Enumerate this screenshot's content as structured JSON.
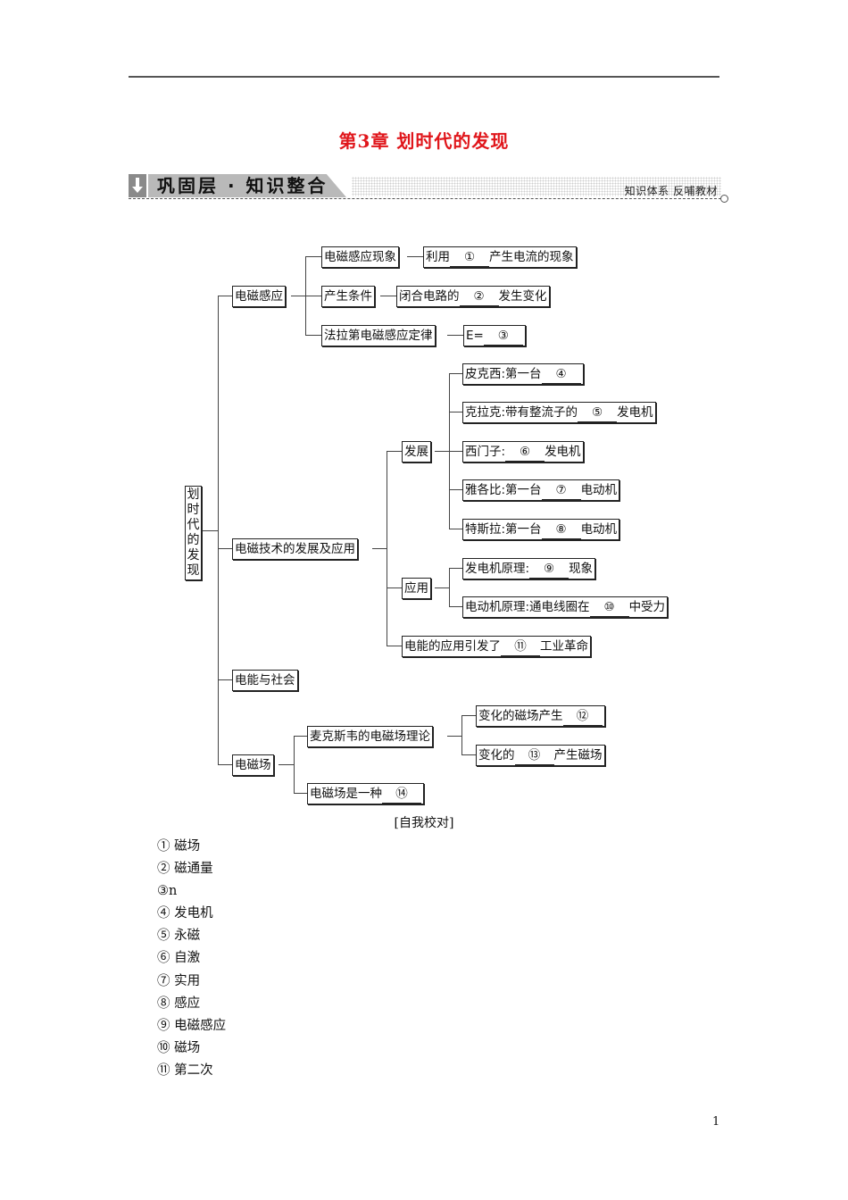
{
  "page": {
    "title": "第3章  划时代的发现",
    "band_label": "巩固层 · 知识整合",
    "band_right": "知识体系  反哺教材",
    "page_number": "1",
    "title_color": "#e0161b"
  },
  "diagram": {
    "root": "划时代的发现",
    "branches": {
      "em_induction": {
        "label": "电磁感应",
        "phenomenon": {
          "label": "电磁感应现象",
          "pre": "利用",
          "blank": "①",
          "post": "产生电流的现象"
        },
        "condition": {
          "label": "产生条件",
          "pre": "闭合电路的",
          "blank": "②",
          "post": "发生变化"
        },
        "faraday": {
          "label": "法拉第电磁感应定律",
          "pre": "E=",
          "blank": "③",
          "post": ""
        }
      },
      "em_tech": {
        "label": "电磁技术的发展及应用",
        "development": {
          "label": "发展",
          "items": [
            {
              "pre": "皮克西:第一台",
              "blank": "④",
              "post": ""
            },
            {
              "pre": "克拉克:带有整流子的",
              "blank": "⑤",
              "post": "发电机"
            },
            {
              "pre": "西门子:",
              "blank": "⑥",
              "post": "发电机"
            },
            {
              "pre": "雅各比:第一台",
              "blank": "⑦",
              "post": "电动机"
            },
            {
              "pre": "特斯拉:第一台",
              "blank": "⑧",
              "post": "电动机"
            }
          ]
        },
        "application": {
          "label": "应用",
          "items": [
            {
              "pre": "发电机原理:",
              "blank": "⑨",
              "post": "现象"
            },
            {
              "pre": "电动机原理:通电线圈在",
              "blank": "⑩",
              "post": "中受力"
            }
          ]
        },
        "revolution": {
          "pre": "电能的应用引发了",
          "blank": "⑪",
          "post": "工业革命"
        }
      },
      "energy_society": {
        "label": "电能与社会"
      },
      "em_field": {
        "label": "电磁场",
        "maxwell": {
          "label": "麦克斯韦的电磁场理论",
          "items": [
            {
              "pre": "变化的磁场产生",
              "blank": "⑫",
              "post": ""
            },
            {
              "pre": "变化的",
              "blank": "⑬",
              "post": "产生磁场"
            }
          ]
        },
        "field_is": {
          "pre": "电磁场是一种",
          "blank": "⑭",
          "post": ""
        }
      }
    }
  },
  "self_check": {
    "caption": "[自我校对]",
    "answers": [
      "① 磁场",
      "② 磁通量",
      "③n",
      "④ 发电机",
      "⑤ 永磁",
      "⑥ 自激",
      "⑦ 实用",
      "⑧ 感应",
      "⑨ 电磁感应",
      "⑩ 磁场",
      "⑪ 第二次"
    ]
  }
}
